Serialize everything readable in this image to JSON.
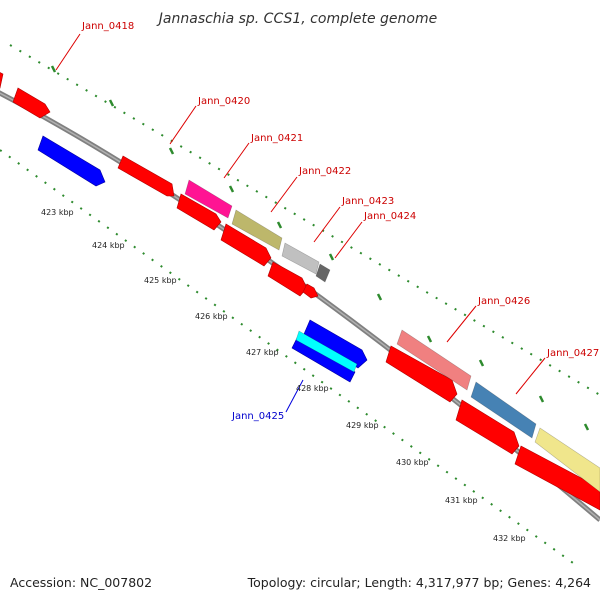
{
  "title": "Jannaschia sp. CCS1, complete genome",
  "accession": "Accession: NC_007802",
  "topology": "Topology: circular; Length: 4,317,977 bp; Genes: 4,264",
  "colors": {
    "backbone": "#808080",
    "ruler_dots": "#2e8b2e",
    "forward_label": "#cc0000",
    "reverse_label": "#0000cc",
    "cds_forward": "#ff0000",
    "cds_reverse": "#0000ff",
    "leader_forward": "#dd0000",
    "leader_reverse": "#0000dd"
  },
  "ticks": [
    {
      "label": "423 kbp"
    },
    {
      "label": "424 kbp"
    },
    {
      "label": "425 kbp"
    },
    {
      "label": "426 kbp"
    },
    {
      "label": "427 kbp"
    },
    {
      "label": "428 kbp"
    },
    {
      "label": "429 kbp"
    },
    {
      "label": "430 kbp"
    },
    {
      "label": "431 kbp"
    },
    {
      "label": "432 kbp"
    }
  ],
  "gene_labels": [
    {
      "name": "Jann_0418",
      "strand": "forward"
    },
    {
      "name": "Jann_0420",
      "strand": "forward"
    },
    {
      "name": "Jann_0421",
      "strand": "forward"
    },
    {
      "name": "Jann_0422",
      "strand": "forward"
    },
    {
      "name": "Jann_0423",
      "strand": "forward"
    },
    {
      "name": "Jann_0424",
      "strand": "forward"
    },
    {
      "name": "Jann_0426",
      "strand": "forward"
    },
    {
      "name": "Jann_0427",
      "strand": "forward"
    },
    {
      "name": "Jann_0425",
      "strand": "reverse"
    }
  ],
  "feature_tracks": {
    "cog_forward_colors": [
      "#ff0000",
      "#ff0000",
      "#ff0000",
      "#ff1493",
      "#bdb76b",
      "#c0c0c0",
      "#666666",
      "#f08080",
      "#4682b4",
      "#f0e68c"
    ],
    "cog_reverse_colors": [
      "#0000ff",
      "#00ffff"
    ]
  }
}
